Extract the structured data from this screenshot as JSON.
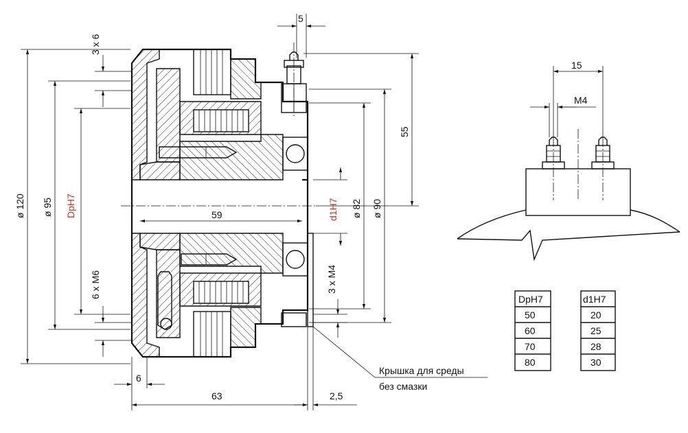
{
  "dimensions": {
    "top_5": "5",
    "left_3x6": "3 x 6",
    "dia_120": "ø 120",
    "dia_95": "ø 95",
    "dp_h7": "DpH7",
    "m6": "6 x M6",
    "bore_59": "59",
    "d1_h7": "d1H7",
    "dia_82": "ø 82",
    "dia_90": "ø 90",
    "right_55": "55",
    "m4_3x": "3 x M4",
    "bottom_6": "6",
    "bottom_63": "63",
    "bottom_2_5": "2,5"
  },
  "detail": {
    "width_15": "15",
    "thread_m4": "M4"
  },
  "note": {
    "line1": "Крышка для среды",
    "line2": "без смазки"
  },
  "tables": {
    "dp": {
      "header": "DpH7",
      "rows": [
        "50",
        "60",
        "70",
        "80"
      ]
    },
    "d1": {
      "header": "d1H7",
      "rows": [
        "20",
        "25",
        "28",
        "30"
      ]
    }
  },
  "colors": {
    "line": "#111111",
    "red_label": "#c0392b",
    "background": "#ffffff"
  }
}
